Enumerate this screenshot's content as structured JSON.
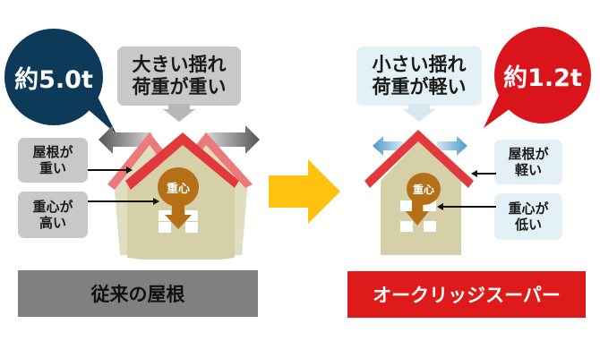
{
  "left_panel": {
    "weight_badge": "約5.0t",
    "weight_badge_color": "#0e3a5a",
    "shake_box": {
      "line1": "大きい揺れ",
      "line2": "荷重が重い"
    },
    "roof_label": {
      "line1": "屋根が",
      "line2": "重い"
    },
    "center_label": {
      "line1": "重心が",
      "line2": "高い"
    },
    "center_of_gravity": "重心",
    "footer": "従来の屋根",
    "footer_color": "#808080",
    "box_color": "#c8c8c8"
  },
  "transition_arrow": {
    "icon": "arrow-right-icon",
    "color": "#ffc20e"
  },
  "right_panel": {
    "weight_badge": "約1.2t",
    "weight_badge_color": "#d9141b",
    "shake_box": {
      "line1": "小さい揺れ",
      "line2": "荷重が軽い"
    },
    "roof_label": {
      "line1": "屋根が",
      "line2": "軽い"
    },
    "center_label": {
      "line1": "重心が",
      "line2": "低い"
    },
    "center_of_gravity": "重心",
    "footer": "オークリッジスーパー",
    "footer_color": "#de1a1a",
    "box_color": "#e3f0f6"
  }
}
